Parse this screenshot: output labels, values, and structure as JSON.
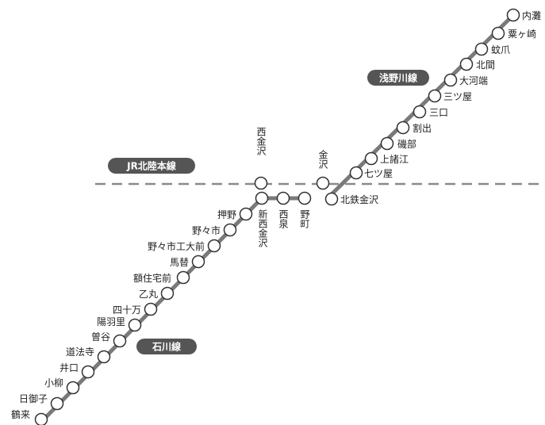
{
  "colors": {
    "background": "#ffffff",
    "track": "#7a7a7a",
    "track_dashed": "#8a8a8a",
    "station_fill": "#ffffff",
    "station_stroke": "#333333",
    "badge_bg": "#555555",
    "badge_text": "#ffffff",
    "label_text": "#222222"
  },
  "lines": {
    "asanogawa": {
      "name": "浅野川線"
    },
    "hokuriku": {
      "name": "JR北陸本線"
    },
    "ishikawa": {
      "name": "石川線"
    }
  },
  "stations": {
    "uchinada": "内灘",
    "awagasaki": "粟ヶ崎",
    "kaya": "蚊爪",
    "kitama": "北間",
    "ookabata": "大河端",
    "mitsuya": "三ツ屋",
    "sanguchi": "三口",
    "waride": "割出",
    "isobe": "磯部",
    "kamimoroe": "上諸江",
    "nanatsuya": "七ツ屋",
    "hokutetsu_kanazawa": "北鉄金沢",
    "kanazawa": "金沢",
    "nishi_kanazawa": "西金沢",
    "shin_nishi_kanazawa": "新西金沢",
    "nishiizumi": "西泉",
    "nomachi": "野町",
    "oshino": "押野",
    "nonoichi": "野々市",
    "nonoichi_kodaimae": "野々市工大前",
    "magae": "馬替",
    "nukajuutakumae": "額住宅前",
    "otomaru": "乙丸",
    "shijikkamachi": "四十万",
    "youbari": "陽羽里",
    "sodani": "曽谷",
    "dohoji": "道法寺",
    "iguchi": "井口",
    "oyanagi": "小柳",
    "hinomiko": "日御子",
    "tsurugi": "鶴来"
  }
}
